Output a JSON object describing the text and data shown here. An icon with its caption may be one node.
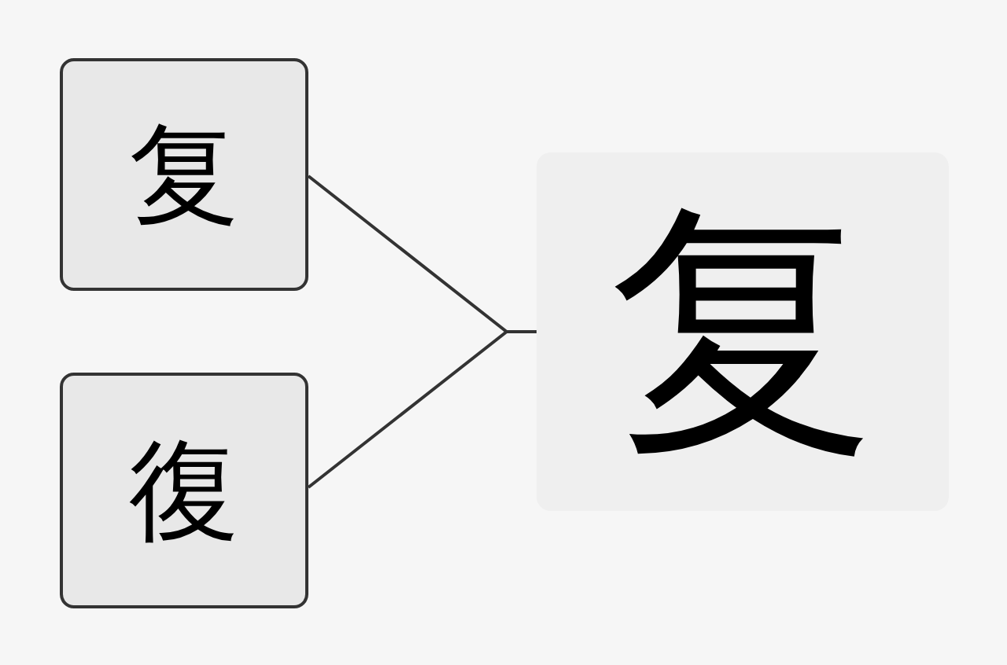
{
  "diagram": {
    "nodes": [
      {
        "text": [
          "复"
        ]
      },
      {
        "text": [
          "復"
        ]
      },
      {
        "text": [
          "复"
        ]
      }
    ],
    "edges": [
      {
        "from": 0,
        "to": 2,
        "arrow": "none"
      },
      {
        "from": 1,
        "to": 2,
        "arrow": "none"
      }
    ]
  }
}
